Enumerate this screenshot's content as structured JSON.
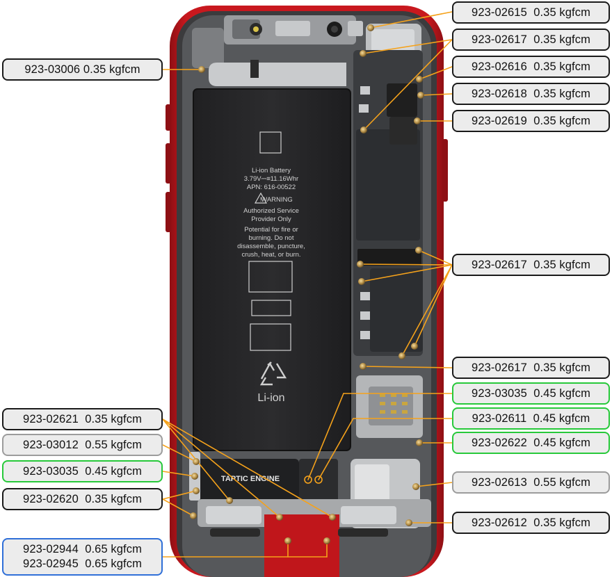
{
  "callouts": [
    {
      "id": "c-02615",
      "lines": [
        "923-02615  0.35 kgfcm"
      ],
      "border": "black"
    },
    {
      "id": "c-02617-top",
      "lines": [
        "923-02617  0.35 kgfcm"
      ],
      "border": "black"
    },
    {
      "id": "c-03006",
      "lines": [
        "923-03006 0.35 kgfcm"
      ],
      "border": "black"
    },
    {
      "id": "c-02616",
      "lines": [
        "923-02616  0.35 kgfcm"
      ],
      "border": "black"
    },
    {
      "id": "c-02618",
      "lines": [
        "923-02618  0.35 kgfcm"
      ],
      "border": "black"
    },
    {
      "id": "c-02619",
      "lines": [
        "923-02619  0.35 kgfcm"
      ],
      "border": "black"
    },
    {
      "id": "c-02617-mid",
      "lines": [
        "923-02617  0.35 kgfcm"
      ],
      "border": "black"
    },
    {
      "id": "c-02617-low",
      "lines": [
        "923-02617  0.35 kgfcm"
      ],
      "border": "black"
    },
    {
      "id": "c-03035-r",
      "lines": [
        "923-03035  0.45 kgfcm"
      ],
      "border": "green"
    },
    {
      "id": "c-02611",
      "lines": [
        "923-02611  0.45 kgfcm"
      ],
      "border": "green"
    },
    {
      "id": "c-02622",
      "lines": [
        "923-02622  0.45 kgfcm"
      ],
      "border": "green"
    },
    {
      "id": "c-02613",
      "lines": [
        "923-02613  0.55 kgfcm"
      ],
      "border": "gray"
    },
    {
      "id": "c-02612",
      "lines": [
        "923-02612  0.35 kgfcm"
      ],
      "border": "black"
    },
    {
      "id": "c-02621",
      "lines": [
        "923-02621  0.35 kgfcm"
      ],
      "border": "black"
    },
    {
      "id": "c-03012",
      "lines": [
        "923-03012  0.55 kgfcm"
      ],
      "border": "gray"
    },
    {
      "id": "c-03035-l",
      "lines": [
        "923-03035  0.45 kgfcm"
      ],
      "border": "green"
    },
    {
      "id": "c-02620",
      "lines": [
        "923-02620  0.35 kgfcm"
      ],
      "border": "black"
    },
    {
      "id": "c-02944-45",
      "lines": [
        "923-02944  0.65 kgfcm",
        "923-02945  0.65 kgfcm"
      ],
      "border": "blue"
    }
  ],
  "battery": {
    "title": "Li-ion Battery",
    "spec": "3.79V⎓≡11.16Whr",
    "apn": "APN: 616-00522",
    "warning": "WARNING",
    "authorized": [
      "Authorized Service",
      "Provider Only"
    ],
    "hazard": [
      "Potential for fire or",
      "burning. Do not",
      "disassemble, puncture,",
      "crush, heat, or burn."
    ],
    "chem": "Li-ion"
  },
  "taptic_label": "TAPTIC ENGINE",
  "colors": {
    "frame_red": "#c0161b",
    "leader_orange": "#f5a21b",
    "border_black": "#1a1a1a",
    "border_green": "#27c93a",
    "border_gray": "#9c9c9c",
    "border_blue": "#2f6fd8"
  }
}
